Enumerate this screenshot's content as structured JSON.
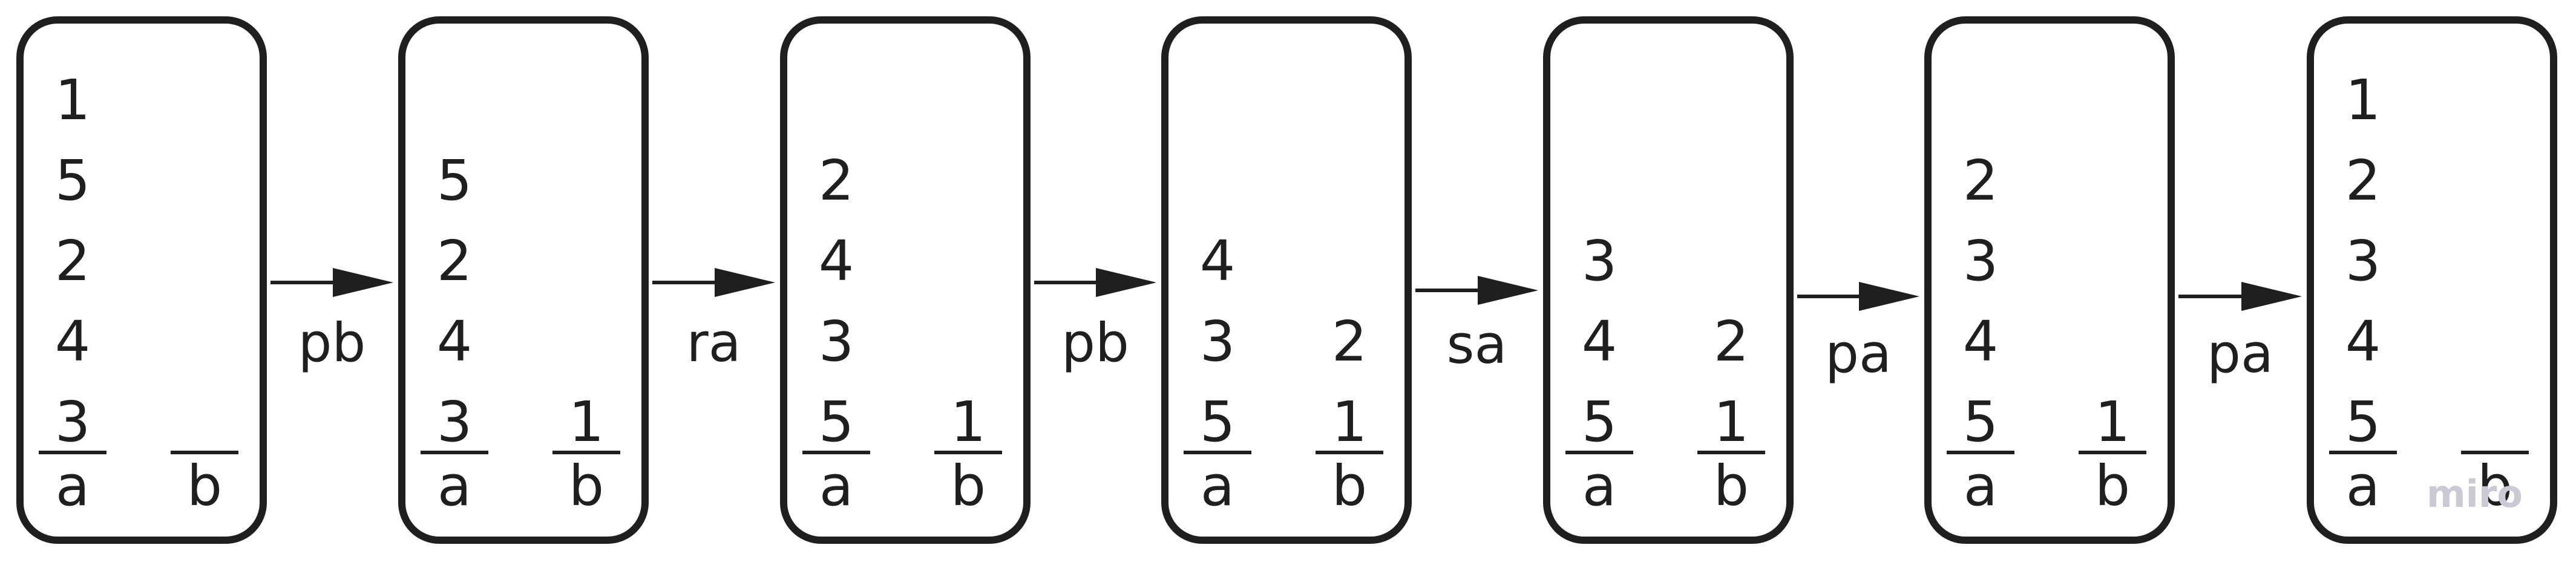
{
  "stack_labels": {
    "a": "a",
    "b": "b"
  },
  "states": [
    {
      "a": [
        "1",
        "5",
        "2",
        "4",
        "3"
      ],
      "b": []
    },
    {
      "a": [
        "5",
        "2",
        "4",
        "3"
      ],
      "b": [
        "1"
      ]
    },
    {
      "a": [
        "2",
        "4",
        "3",
        "5"
      ],
      "b": [
        "1"
      ]
    },
    {
      "a": [
        "4",
        "3",
        "5"
      ],
      "b": [
        "2",
        "1"
      ]
    },
    {
      "a": [
        "3",
        "4",
        "5"
      ],
      "b": [
        "2",
        "1"
      ]
    },
    {
      "a": [
        "2",
        "3",
        "4",
        "5"
      ],
      "b": [
        "1"
      ]
    },
    {
      "a": [
        "1",
        "2",
        "3",
        "4",
        "5"
      ],
      "b": []
    }
  ],
  "operations": [
    "pb",
    "ra",
    "pb",
    "sa",
    "pa",
    "pa"
  ],
  "watermark": "miro",
  "colors": {
    "stroke": "#1f1f1f",
    "watermark": "#c9cad6"
  }
}
